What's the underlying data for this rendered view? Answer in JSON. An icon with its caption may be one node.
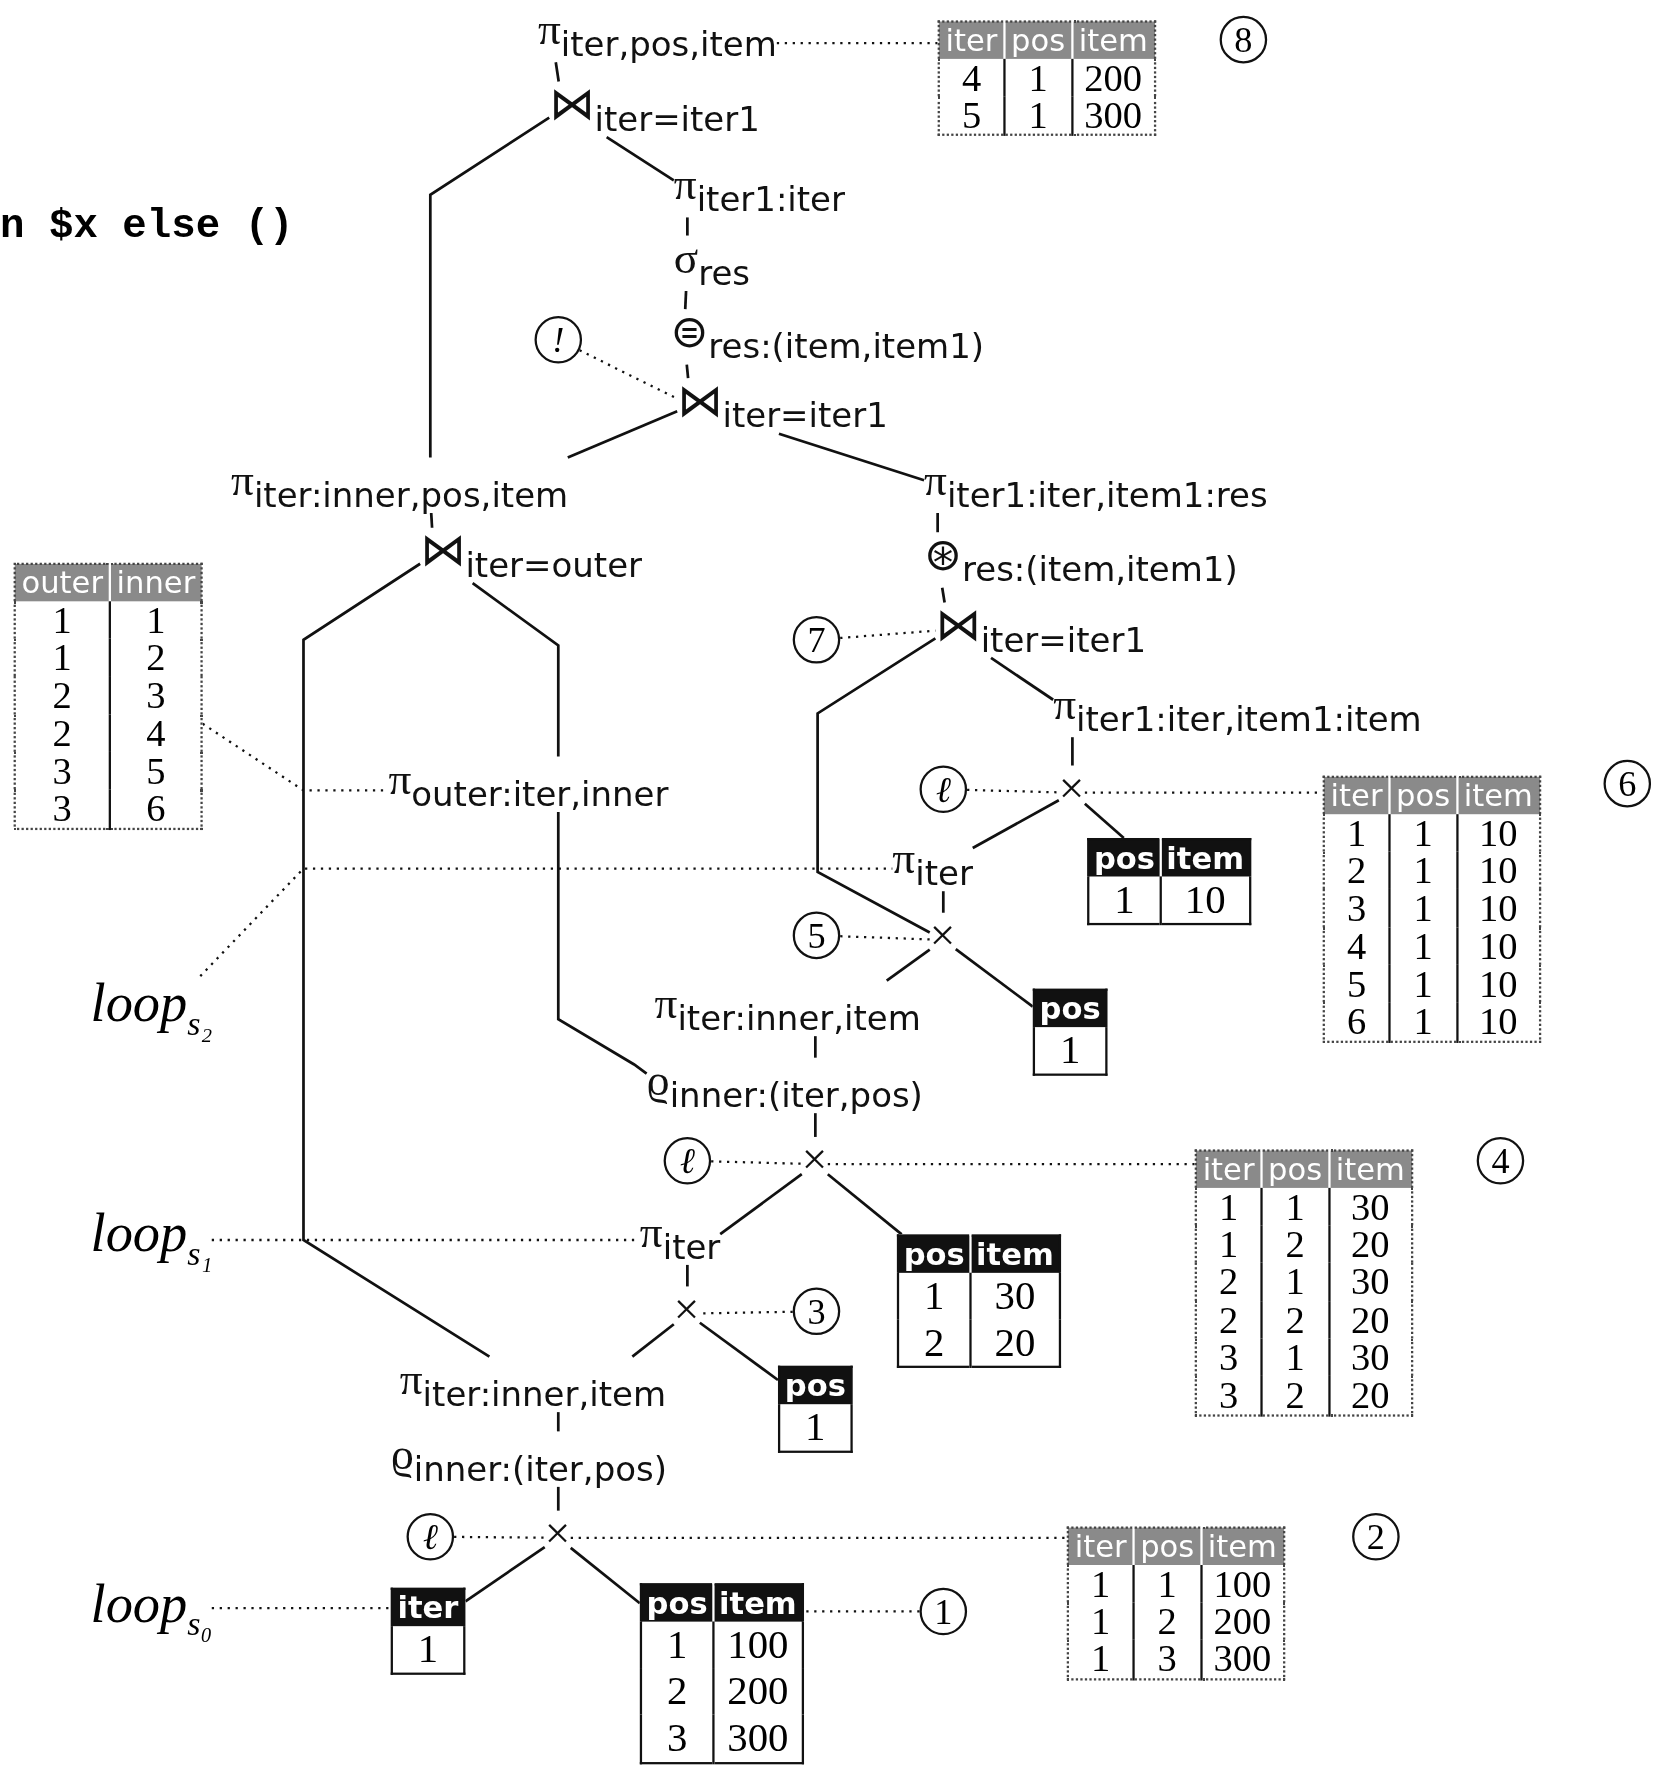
{
  "diagram": {
    "nodes": [
      {
        "text": [
          "π$_{iter,pos,item}$"
        ]
      },
      {
        "text": [
          "⋈$_{iter=iter1}$"
        ]
      },
      {
        "text": [
          "π$_{iter1:iter}$"
        ]
      },
      {
        "text": [
          "σ$_{res}$"
        ]
      },
      {
        "text": [
          "⊜$_{res:(item,item1)}$"
        ]
      },
      {
        "text": [
          "⋈$_{iter=iter1}$"
        ]
      },
      {
        "text": [
          "π$_{iter:inner,pos,item}$"
        ]
      },
      {
        "text": [
          "π$_{iter1:iter,item1:res}$"
        ]
      },
      {
        "text": [
          "⋈$_{iter=outer}$"
        ]
      },
      {
        "text": [
          "⊛$_{res:(item,item1)}$"
        ]
      },
      {
        "text": [
          "⋈$_{iter=iter1}$"
        ]
      },
      {
        "text": [
          "π$_{iter1:iter,item1:item}$"
        ]
      },
      {
        "text": [
          "π$_{outer:iter,inner}$"
        ]
      },
      {
        "text": [
          "×"
        ]
      },
      {
        "text": [
          "π$_{iter}$"
        ]
      },
      {
        "text": [
          "×"
        ]
      },
      {
        "text": [
          "π$_{iter:inner,item}$"
        ]
      },
      {
        "text": [
          "ϱ$_{inner:(iter,pos)}$"
        ]
      },
      {
        "text": [
          "×"
        ]
      },
      {
        "text": [
          "π$_{iter}$"
        ]
      },
      {
        "text": [
          "×"
        ]
      },
      {
        "text": [
          "π$_{iter:inner,item}$"
        ]
      },
      {
        "text": [
          "ϱ$_{inner:(iter,pos)}$"
        ]
      },
      {
        "text": [
          "×"
        ]
      },
      {
        "text": [
          "iter",
          "1"
        ]
      },
      {
        "text": [
          "pos",
          "item",
          "1",
          "100",
          "2",
          "200",
          "3",
          "300"
        ]
      },
      {
        "text": [
          "pos",
          "1"
        ]
      },
      {
        "text": [
          "pos",
          "item",
          "1",
          "30",
          "2",
          "20"
        ]
      },
      {
        "text": [
          "pos",
          "1"
        ]
      },
      {
        "text": [
          "pos",
          "item",
          "1",
          "10"
        ]
      },
      {
        "text": [
          "outer",
          "inner",
          "1",
          "1",
          "1",
          "2",
          "2",
          "3",
          "2",
          "4",
          "3",
          "5",
          "3",
          "6"
        ]
      },
      {
        "text": [
          "iter",
          "pos",
          "item",
          "4",
          "1",
          "200",
          "5",
          "1",
          "300"
        ]
      },
      {
        "text": [
          "iter",
          "pos",
          "item",
          "1",
          "1",
          "10",
          "2",
          "1",
          "10",
          "3",
          "1",
          "10",
          "4",
          "1",
          "10",
          "5",
          "1",
          "10",
          "6",
          "1",
          "10"
        ]
      },
      {
        "text": [
          "iter",
          "pos",
          "item",
          "1",
          "1",
          "30",
          "1",
          "2",
          "20",
          "2",
          "1",
          "30",
          "2",
          "2",
          "20",
          "3",
          "1",
          "30",
          "3",
          "2",
          "20"
        ]
      },
      {
        "text": [
          "iter",
          "pos",
          "item",
          "1",
          "1",
          "100",
          "1",
          "2",
          "200",
          "1",
          "3",
          "300"
        ]
      },
      {
        "text": [
          "8"
        ]
      },
      {
        "text": [
          "!"
        ]
      },
      {
        "text": [
          "7"
        ]
      },
      {
        "text": [
          "ℓ"
        ]
      },
      {
        "text": [
          "6"
        ]
      },
      {
        "text": [
          "5"
        ]
      },
      {
        "text": [
          "ℓ"
        ]
      },
      {
        "text": [
          "4"
        ]
      },
      {
        "text": [
          "3"
        ]
      },
      {
        "text": [
          "ℓ"
        ]
      },
      {
        "text": [
          "2"
        ]
      },
      {
        "text": [
          "1"
        ]
      },
      {
        "text": [
          "loop$_{s₂}$"
        ]
      },
      {
        "text": [
          "loop$_{s₁}$"
        ]
      },
      {
        "text": [
          "loop$_{s₀}$"
        ]
      }
    ],
    "edges": [
      {
        "from": 0,
        "to": 1,
        "arrow": "none"
      },
      {
        "from": 1,
        "to": 6,
        "arrow": "none"
      },
      {
        "from": 1,
        "to": 2,
        "arrow": "none"
      },
      {
        "from": 2,
        "to": 3,
        "arrow": "none"
      },
      {
        "from": 3,
        "to": 4,
        "arrow": "none"
      },
      {
        "from": 4,
        "to": 5,
        "arrow": "none"
      },
      {
        "from": 5,
        "to": 6,
        "arrow": "none"
      },
      {
        "from": 5,
        "to": 7,
        "arrow": "none"
      },
      {
        "from": 6,
        "to": 8,
        "arrow": "none"
      },
      {
        "from": 7,
        "to": 9,
        "arrow": "none"
      },
      {
        "from": 9,
        "to": 10,
        "arrow": "none"
      },
      {
        "from": 8,
        "to": 21,
        "arrow": "none"
      },
      {
        "from": 8,
        "to": 12,
        "arrow": "none"
      },
      {
        "from": 12,
        "to": 17,
        "arrow": "none"
      },
      {
        "from": 10,
        "to": 15,
        "arrow": "none"
      },
      {
        "from": 10,
        "to": 11,
        "arrow": "none"
      },
      {
        "from": 11,
        "to": 13,
        "arrow": "none"
      },
      {
        "from": 13,
        "to": 14,
        "arrow": "none"
      },
      {
        "from": 13,
        "to": 29,
        "arrow": "none"
      },
      {
        "from": 14,
        "to": 15,
        "arrow": "none"
      },
      {
        "from": 15,
        "to": 16,
        "arrow": "none"
      },
      {
        "from": 15,
        "to": 28,
        "arrow": "none"
      },
      {
        "from": 16,
        "to": 17,
        "arrow": "none"
      },
      {
        "from": 17,
        "to": 18,
        "arrow": "none"
      },
      {
        "from": 18,
        "to": 19,
        "arrow": "none"
      },
      {
        "from": 18,
        "to": 27,
        "arrow": "none"
      },
      {
        "from": 19,
        "to": 20,
        "arrow": "none"
      },
      {
        "from": 20,
        "to": 21,
        "arrow": "none"
      },
      {
        "from": 20,
        "to": 26,
        "arrow": "none"
      },
      {
        "from": 21,
        "to": 22,
        "arrow": "none"
      },
      {
        "from": 22,
        "to": 23,
        "arrow": "none"
      },
      {
        "from": 23,
        "to": 24,
        "arrow": "none"
      },
      {
        "from": 23,
        "to": 25,
        "arrow": "none"
      },
      {
        "from": 0,
        "to": 31,
        "arrow": "none",
        "style": "dashed"
      },
      {
        "from": 36,
        "to": 5,
        "arrow": "none",
        "style": "dashed"
      },
      {
        "from": 37,
        "to": 10,
        "arrow": "none",
        "style": "dashed"
      },
      {
        "from": 38,
        "to": 13,
        "arrow": "none",
        "style": "dashed"
      },
      {
        "from": 13,
        "to": 32,
        "arrow": "none",
        "style": "dashed"
      },
      {
        "from": 40,
        "to": 15,
        "arrow": "none",
        "style": "dashed"
      },
      {
        "from": 41,
        "to": 18,
        "arrow": "none",
        "style": "dashed"
      },
      {
        "from": 18,
        "to": 33,
        "arrow": "none",
        "style": "dashed"
      },
      {
        "from": 43,
        "to": 20,
        "arrow": "none",
        "style": "dashed"
      },
      {
        "from": 44,
        "to": 23,
        "arrow": "none",
        "style": "dashed"
      },
      {
        "from": 23,
        "to": 34,
        "arrow": "none",
        "style": "dashed"
      },
      {
        "from": 46,
        "to": 25,
        "arrow": "none",
        "style": "dashed"
      },
      {
        "from": 30,
        "to": 12,
        "arrow": "none",
        "style": "dashed"
      },
      {
        "from": 47,
        "to": 14,
        "arrow": "none",
        "style": "dashed"
      },
      {
        "from": 48,
        "to": 19,
        "arrow": "none",
        "style": "dashed"
      },
      {
        "from": 49,
        "to": 24,
        "arrow": "none",
        "style": "dashed"
      }
    ],
    "labels": [
      "n $x else ()"
    ]
  }
}
